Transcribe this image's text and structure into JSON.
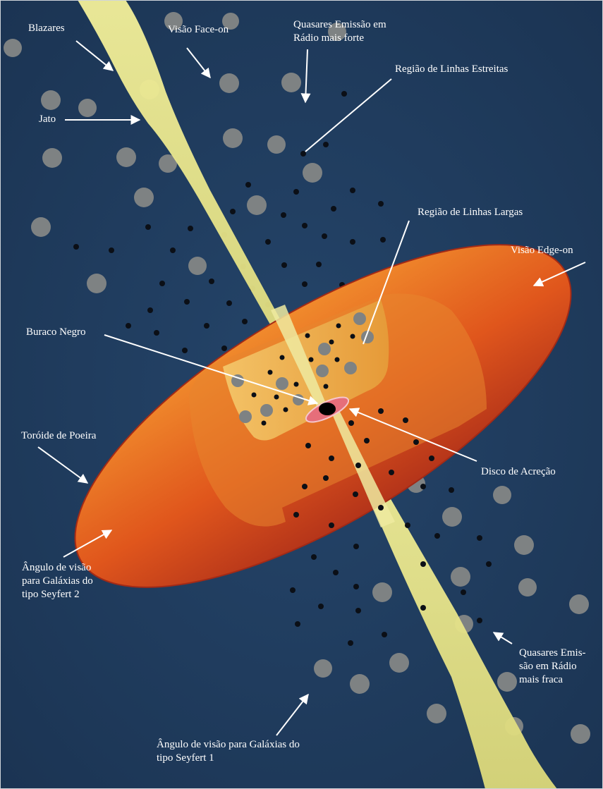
{
  "colors": {
    "background": "#1f3a5a",
    "jet": "#ecea8a",
    "torus_outer": "#e0561c",
    "torus_inner": "#f2a63c",
    "cloud": "#7e8283",
    "dot": "#0b0f16",
    "disk": "#e66e7a",
    "label": "#ffffff",
    "arrow": "#ffffff"
  },
  "labels": {
    "blazars": "Blazares",
    "face_on": "Visão Face-on",
    "quasar_strong": "Quasares Emissão em\nRádio mais forte",
    "narrow_line": "Região de Linhas Estreitas",
    "jet": "Jato",
    "broad_line": "Região de Linhas Largas",
    "edge_on": "Visão Edge-on",
    "black_hole": "Buraco Negro",
    "dust_torus": "Toróide de Poeira",
    "accretion_disk": "Disco de Acreção",
    "seyfert2": "Ângulo de visão\npara Galáxias do\ntipo Seyfert 2",
    "quasar_weak": "Quasares Emis-\nsão em Rádio\nmais fraca",
    "seyfert1": "Ângulo de visão para Galáxias do\ntipo Seyfert 1"
  }
}
